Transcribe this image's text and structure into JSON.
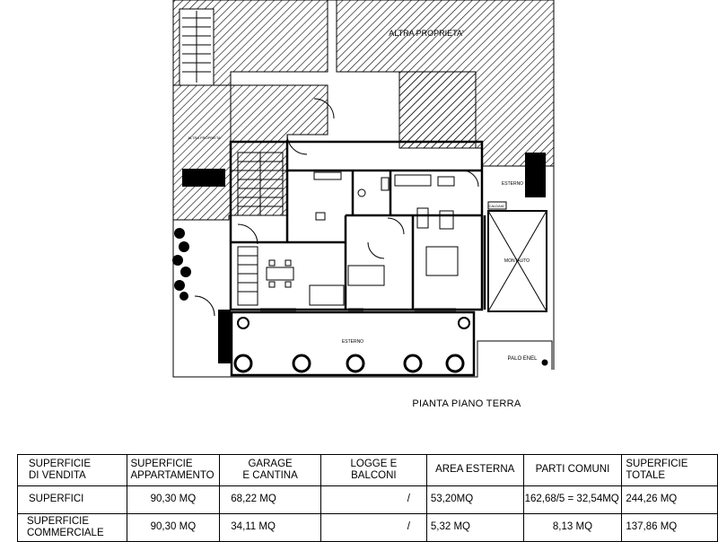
{
  "plan": {
    "labels": {
      "altra_proprieta": "ALTRA PROPRIETA'",
      "altra_proprieta_side": "ALTRA PROPRIETA'",
      "esterno_top": "ESTERNO",
      "esterno_bottom": "ESTERNO",
      "montacarichi": "MONTAUTO",
      "caldaia": "CALDAIA",
      "palo_enel": "PALO ENEL"
    },
    "caption": "PIANTA PIANO TERRA"
  },
  "table": {
    "headers": [
      "SUPERFICIE\nDI VENDITA",
      "SUPERFICIE\nAPPARTAMENTO",
      "GARAGE\nE CANTINA",
      "LOGGE E\nBALCONI",
      "AREA ESTERNA",
      "PARTI COMUNI",
      "SUPERFICIE\nTOTALE"
    ],
    "rows": [
      [
        "SUPERFICI",
        "90,30 MQ",
        "68,22 MQ",
        "/",
        "53,20MQ",
        "162,68/5 = 32,54MQ",
        "244,26 MQ"
      ],
      [
        "SUPERFICIE\nCOMMERCIALE",
        "90,30 MQ",
        "34,11 MQ",
        "/",
        "5,32 MQ",
        "8,13 MQ",
        "137,86 MQ"
      ]
    ]
  }
}
